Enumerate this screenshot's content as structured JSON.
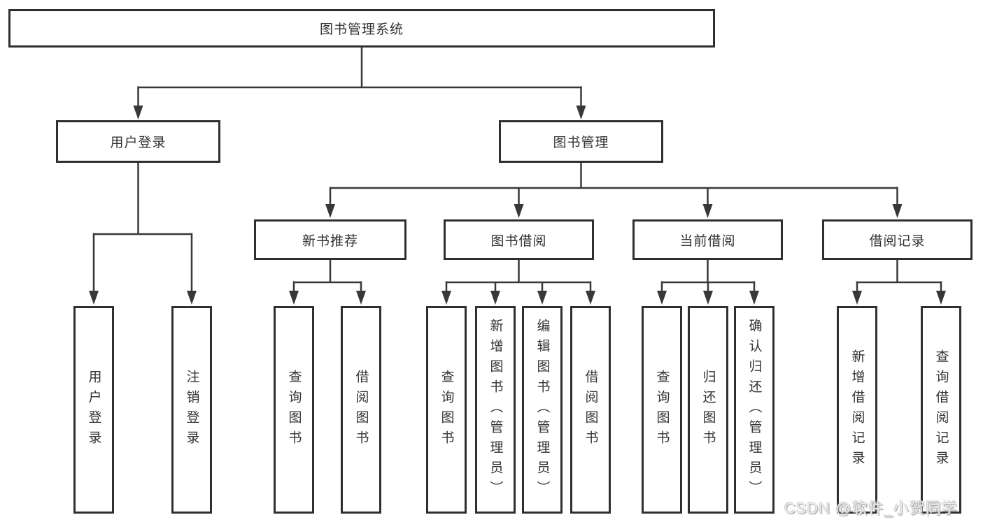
{
  "diagram": {
    "root": {
      "label": "图书管理系统"
    },
    "level2": [
      {
        "id": "user-login",
        "label": "用户登录"
      },
      {
        "id": "book-management",
        "label": "图书管理"
      }
    ],
    "level3": [
      {
        "id": "new-book-recommend",
        "label": "新书推荐"
      },
      {
        "id": "book-borrowing",
        "label": "图书借阅"
      },
      {
        "id": "current-borrowing",
        "label": "当前借阅"
      },
      {
        "id": "borrowing-records",
        "label": "借阅记录"
      }
    ],
    "leaves": [
      {
        "parent": "user-login",
        "label": "用户登录"
      },
      {
        "parent": "user-login",
        "label": "注销登录"
      },
      {
        "parent": "new-book-recommend",
        "label": "查询图书"
      },
      {
        "parent": "new-book-recommend",
        "label": "借阅图书"
      },
      {
        "parent": "book-borrowing",
        "label": "查询图书"
      },
      {
        "parent": "book-borrowing",
        "label": "新增图书（管理员）"
      },
      {
        "parent": "book-borrowing",
        "label": "编辑图书（管理员）"
      },
      {
        "parent": "book-borrowing",
        "label": "借阅图书"
      },
      {
        "parent": "current-borrowing",
        "label": "查询图书"
      },
      {
        "parent": "current-borrowing",
        "label": "归还图书"
      },
      {
        "parent": "current-borrowing",
        "label": "确认归还（管理员）"
      },
      {
        "parent": "borrowing-records",
        "label": "新增借阅记录"
      },
      {
        "parent": "borrowing-records",
        "label": "查询借阅记录"
      }
    ]
  },
  "watermark": {
    "text": "CSDN @软件_小贺同学"
  },
  "colors": {
    "line": "#383838",
    "box_border": "#2f2f2f",
    "text": "#333333",
    "background": "#ffffff",
    "watermark_text": "#eceaea"
  }
}
